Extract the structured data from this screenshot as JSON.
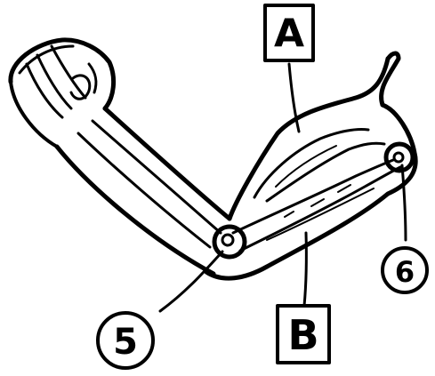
{
  "labels": {
    "muscle_top": "A",
    "muscle_bottom": "B",
    "joint_elbow": "5",
    "joint_shoulder": "6"
  }
}
